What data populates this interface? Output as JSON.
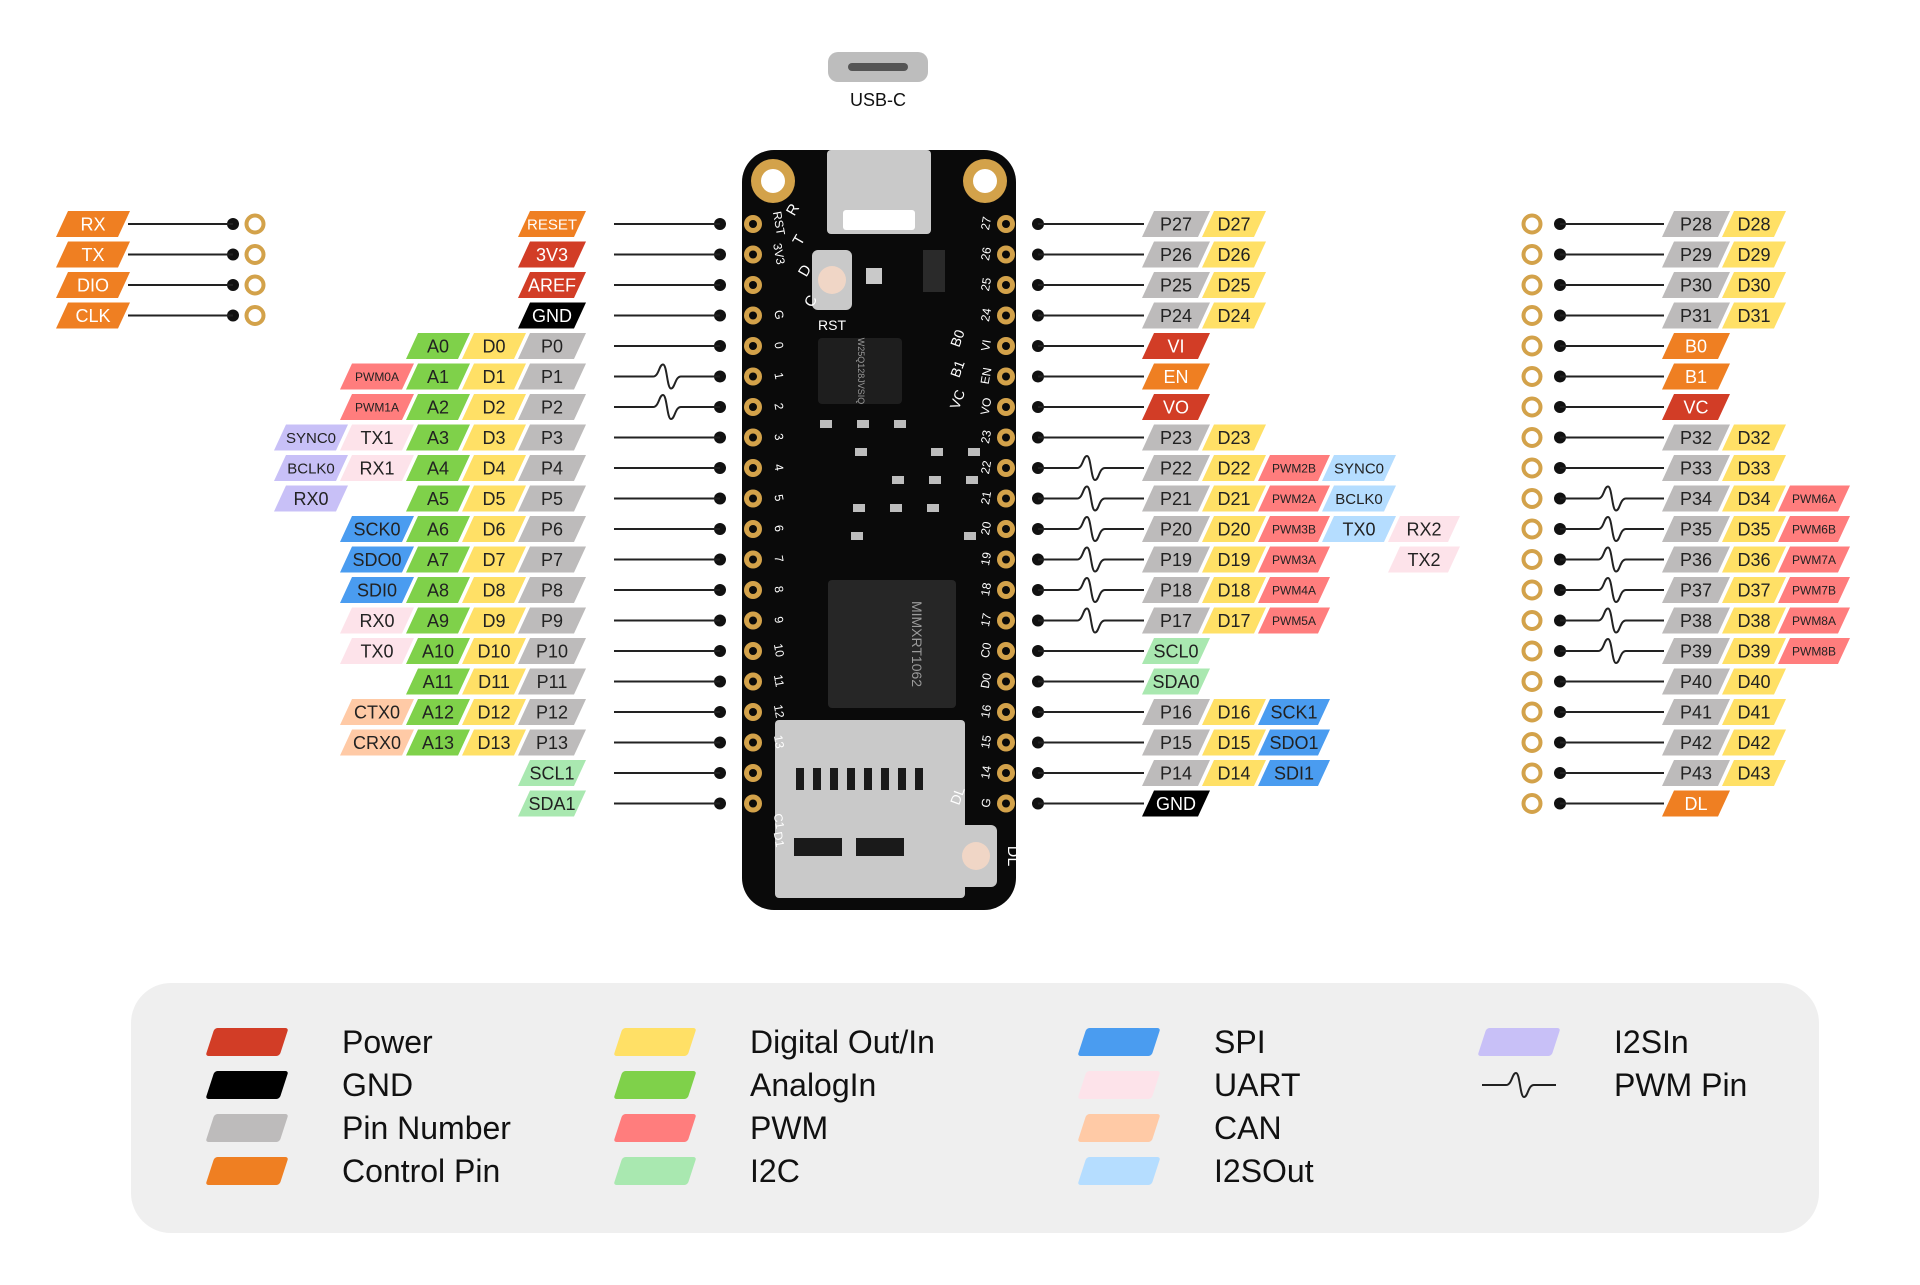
{
  "header": {
    "usb_label": "USB-C"
  },
  "colors": {
    "power": "#d23d26",
    "gnd": "#000000",
    "pin_number": "#bdbbbb",
    "control": "#ef7f22",
    "digital": "#ffe066",
    "analog": "#7fd14a",
    "pwm": "#ff7d7d",
    "i2c": "#a9e8b0",
    "spi": "#4a9cf0",
    "uart": "#fde3ea",
    "can": "#ffcaa6",
    "i2sout": "#b5ddff",
    "i2sin": "#c8c0f7"
  },
  "board": {
    "chip_label": "MIMXRT1062",
    "flash_label": "W25Q128JVSIQ",
    "rst_button_label": "RST",
    "dl_button_label": "DL",
    "left_silk": [
      "RST",
      "3V3",
      "G",
      "0",
      "1",
      "2",
      "3",
      "4",
      "5",
      "6",
      "7",
      "8",
      "9",
      "10",
      "11",
      "12",
      "13",
      "C1",
      "D1"
    ],
    "left_silk_inner": [
      "R",
      "T",
      "D",
      "C"
    ],
    "right_silk": [
      "27",
      "26",
      "25",
      "24",
      "VI",
      "EN",
      "VO",
      "23",
      "22",
      "21",
      "20",
      "19",
      "18",
      "17",
      "C0",
      "D0",
      "16",
      "15",
      "14",
      "G"
    ],
    "right_silk_inner": [
      "B0",
      "B1",
      "VC",
      "DL"
    ]
  },
  "debug_pins": [
    {
      "label": "RX",
      "type": "control"
    },
    {
      "label": "TX",
      "type": "control"
    },
    {
      "label": "DIO",
      "type": "control"
    },
    {
      "label": "CLK",
      "type": "control"
    }
  ],
  "left_pins": [
    {
      "pwm": false,
      "tags": [
        {
          "t": "RESET",
          "c": "control",
          "w": 56
        }
      ]
    },
    {
      "pwm": false,
      "tags": [
        {
          "t": "3V3",
          "c": "power",
          "w": 56
        }
      ]
    },
    {
      "pwm": false,
      "tags": [
        {
          "t": "AREF",
          "c": "power",
          "w": 56
        }
      ]
    },
    {
      "pwm": false,
      "tags": [
        {
          "t": "GND",
          "c": "gnd",
          "w": 56
        }
      ]
    },
    {
      "pwm": false,
      "tags": [
        {
          "t": "P0",
          "c": "pin_number",
          "w": 56
        },
        {
          "t": "D0",
          "c": "digital",
          "w": 52
        },
        {
          "t": "A0",
          "c": "analog",
          "w": 52
        }
      ]
    },
    {
      "pwm": true,
      "tags": [
        {
          "t": "P1",
          "c": "pin_number",
          "w": 56
        },
        {
          "t": "D1",
          "c": "digital",
          "w": 52
        },
        {
          "t": "A1",
          "c": "analog",
          "w": 52
        },
        {
          "t": "PWM0A",
          "c": "pwm",
          "w": 62
        }
      ]
    },
    {
      "pwm": true,
      "tags": [
        {
          "t": "P2",
          "c": "pin_number",
          "w": 56
        },
        {
          "t": "D2",
          "c": "digital",
          "w": 52
        },
        {
          "t": "A2",
          "c": "analog",
          "w": 52
        },
        {
          "t": "PWM1A",
          "c": "pwm",
          "w": 62
        }
      ]
    },
    {
      "pwm": false,
      "tags": [
        {
          "t": "P3",
          "c": "pin_number",
          "w": 56
        },
        {
          "t": "D3",
          "c": "digital",
          "w": 52
        },
        {
          "t": "A3",
          "c": "analog",
          "w": 52
        },
        {
          "t": "TX1",
          "c": "uart",
          "w": 62
        },
        {
          "t": "SYNC0",
          "c": "i2sin",
          "w": 62
        }
      ]
    },
    {
      "pwm": false,
      "tags": [
        {
          "t": "P4",
          "c": "pin_number",
          "w": 56
        },
        {
          "t": "D4",
          "c": "digital",
          "w": 52
        },
        {
          "t": "A4",
          "c": "analog",
          "w": 52
        },
        {
          "t": "RX1",
          "c": "uart",
          "w": 62
        },
        {
          "t": "BCLK0",
          "c": "i2sin",
          "w": 62
        }
      ]
    },
    {
      "pwm": false,
      "tags": [
        {
          "t": "P5",
          "c": "pin_number",
          "w": 56
        },
        {
          "t": "D5",
          "c": "digital",
          "w": 52
        },
        {
          "t": "A5",
          "c": "analog",
          "w": 52
        },
        {
          "t": "",
          "c": "none",
          "w": 62
        },
        {
          "t": "RX0",
          "c": "i2sin",
          "w": 62
        }
      ]
    },
    {
      "pwm": false,
      "tags": [
        {
          "t": "P6",
          "c": "pin_number",
          "w": 56
        },
        {
          "t": "D6",
          "c": "digital",
          "w": 52
        },
        {
          "t": "A6",
          "c": "analog",
          "w": 52
        },
        {
          "t": "SCK0",
          "c": "spi",
          "w": 62
        }
      ]
    },
    {
      "pwm": false,
      "tags": [
        {
          "t": "P7",
          "c": "pin_number",
          "w": 56
        },
        {
          "t": "D7",
          "c": "digital",
          "w": 52
        },
        {
          "t": "A7",
          "c": "analog",
          "w": 52
        },
        {
          "t": "SDO0",
          "c": "spi",
          "w": 62
        }
      ]
    },
    {
      "pwm": false,
      "tags": [
        {
          "t": "P8",
          "c": "pin_number",
          "w": 56
        },
        {
          "t": "D8",
          "c": "digital",
          "w": 52
        },
        {
          "t": "A8",
          "c": "analog",
          "w": 52
        },
        {
          "t": "SDI0",
          "c": "spi",
          "w": 62
        }
      ]
    },
    {
      "pwm": false,
      "tags": [
        {
          "t": "P9",
          "c": "pin_number",
          "w": 56
        },
        {
          "t": "D9",
          "c": "digital",
          "w": 52
        },
        {
          "t": "A9",
          "c": "analog",
          "w": 52
        },
        {
          "t": "RX0",
          "c": "uart",
          "w": 62
        }
      ]
    },
    {
      "pwm": false,
      "tags": [
        {
          "t": "P10",
          "c": "pin_number",
          "w": 56
        },
        {
          "t": "D10",
          "c": "digital",
          "w": 52
        },
        {
          "t": "A10",
          "c": "analog",
          "w": 52
        },
        {
          "t": "TX0",
          "c": "uart",
          "w": 62
        }
      ]
    },
    {
      "pwm": false,
      "tags": [
        {
          "t": "P11",
          "c": "pin_number",
          "w": 56
        },
        {
          "t": "D11",
          "c": "digital",
          "w": 52
        },
        {
          "t": "A11",
          "c": "analog",
          "w": 52
        }
      ]
    },
    {
      "pwm": false,
      "tags": [
        {
          "t": "P12",
          "c": "pin_number",
          "w": 56
        },
        {
          "t": "D12",
          "c": "digital",
          "w": 52
        },
        {
          "t": "A12",
          "c": "analog",
          "w": 52
        },
        {
          "t": "CTX0",
          "c": "can",
          "w": 62
        }
      ]
    },
    {
      "pwm": false,
      "tags": [
        {
          "t": "P13",
          "c": "pin_number",
          "w": 56
        },
        {
          "t": "D13",
          "c": "digital",
          "w": 52
        },
        {
          "t": "A13",
          "c": "analog",
          "w": 52
        },
        {
          "t": "CRX0",
          "c": "can",
          "w": 62
        }
      ]
    },
    {
      "pwm": false,
      "tags": [
        {
          "t": "SCL1",
          "c": "i2c",
          "w": 56
        }
      ]
    },
    {
      "pwm": false,
      "tags": [
        {
          "t": "SDA1",
          "c": "i2c",
          "w": 56
        }
      ]
    }
  ],
  "right_pins": [
    {
      "pwm": false,
      "tags": [
        {
          "t": "P27",
          "c": "pin_number",
          "w": 56
        },
        {
          "t": "D27",
          "c": "digital",
          "w": 52
        }
      ]
    },
    {
      "pwm": false,
      "tags": [
        {
          "t": "P26",
          "c": "pin_number",
          "w": 56
        },
        {
          "t": "D26",
          "c": "digital",
          "w": 52
        }
      ]
    },
    {
      "pwm": false,
      "tags": [
        {
          "t": "P25",
          "c": "pin_number",
          "w": 56
        },
        {
          "t": "D25",
          "c": "digital",
          "w": 52
        }
      ]
    },
    {
      "pwm": false,
      "tags": [
        {
          "t": "P24",
          "c": "pin_number",
          "w": 56
        },
        {
          "t": "D24",
          "c": "digital",
          "w": 52
        }
      ]
    },
    {
      "pwm": false,
      "tags": [
        {
          "t": "VI",
          "c": "power",
          "w": 56
        }
      ]
    },
    {
      "pwm": false,
      "tags": [
        {
          "t": "EN",
          "c": "control",
          "w": 56
        }
      ]
    },
    {
      "pwm": false,
      "tags": [
        {
          "t": "VO",
          "c": "power",
          "w": 56
        }
      ]
    },
    {
      "pwm": false,
      "tags": [
        {
          "t": "P23",
          "c": "pin_number",
          "w": 56
        },
        {
          "t": "D23",
          "c": "digital",
          "w": 52
        }
      ]
    },
    {
      "pwm": true,
      "tags": [
        {
          "t": "P22",
          "c": "pin_number",
          "w": 56
        },
        {
          "t": "D22",
          "c": "digital",
          "w": 52
        },
        {
          "t": "PWM2B",
          "c": "pwm",
          "w": 60
        },
        {
          "t": "SYNC0",
          "c": "i2sout",
          "w": 62
        }
      ]
    },
    {
      "pwm": true,
      "tags": [
        {
          "t": "P21",
          "c": "pin_number",
          "w": 56
        },
        {
          "t": "D21",
          "c": "digital",
          "w": 52
        },
        {
          "t": "PWM2A",
          "c": "pwm",
          "w": 60
        },
        {
          "t": "BCLK0",
          "c": "i2sout",
          "w": 62
        }
      ]
    },
    {
      "pwm": true,
      "tags": [
        {
          "t": "P20",
          "c": "pin_number",
          "w": 56
        },
        {
          "t": "D20",
          "c": "digital",
          "w": 52
        },
        {
          "t": "PWM3B",
          "c": "pwm",
          "w": 60
        },
        {
          "t": "TX0",
          "c": "i2sout",
          "w": 62
        },
        {
          "t": "RX2",
          "c": "uart",
          "w": 60
        }
      ]
    },
    {
      "pwm": true,
      "tags": [
        {
          "t": "P19",
          "c": "pin_number",
          "w": 56
        },
        {
          "t": "D19",
          "c": "digital",
          "w": 52
        },
        {
          "t": "PWM3A",
          "c": "pwm",
          "w": 60
        },
        {
          "t": "",
          "c": "none",
          "w": 62
        },
        {
          "t": "TX2",
          "c": "uart",
          "w": 60
        }
      ]
    },
    {
      "pwm": true,
      "tags": [
        {
          "t": "P18",
          "c": "pin_number",
          "w": 56
        },
        {
          "t": "D18",
          "c": "digital",
          "w": 52
        },
        {
          "t": "PWM4A",
          "c": "pwm",
          "w": 60
        }
      ]
    },
    {
      "pwm": true,
      "tags": [
        {
          "t": "P17",
          "c": "pin_number",
          "w": 56
        },
        {
          "t": "D17",
          "c": "digital",
          "w": 52
        },
        {
          "t": "PWM5A",
          "c": "pwm",
          "w": 60
        }
      ]
    },
    {
      "pwm": false,
      "tags": [
        {
          "t": "SCL0",
          "c": "i2c",
          "w": 56
        }
      ]
    },
    {
      "pwm": false,
      "tags": [
        {
          "t": "SDA0",
          "c": "i2c",
          "w": 56
        }
      ]
    },
    {
      "pwm": false,
      "tags": [
        {
          "t": "P16",
          "c": "pin_number",
          "w": 56
        },
        {
          "t": "D16",
          "c": "digital",
          "w": 52
        },
        {
          "t": "SCK1",
          "c": "spi",
          "w": 60
        }
      ]
    },
    {
      "pwm": false,
      "tags": [
        {
          "t": "P15",
          "c": "pin_number",
          "w": 56
        },
        {
          "t": "D15",
          "c": "digital",
          "w": 52
        },
        {
          "t": "SDO1",
          "c": "spi",
          "w": 60
        }
      ]
    },
    {
      "pwm": false,
      "tags": [
        {
          "t": "P14",
          "c": "pin_number",
          "w": 56
        },
        {
          "t": "D14",
          "c": "digital",
          "w": 52
        },
        {
          "t": "SDI1",
          "c": "spi",
          "w": 60
        }
      ]
    },
    {
      "pwm": false,
      "tags": [
        {
          "t": "GND",
          "c": "gnd",
          "w": 56
        }
      ]
    }
  ],
  "far_right_pins": [
    {
      "pwm": false,
      "tags": [
        {
          "t": "P28",
          "c": "pin_number",
          "w": 56
        },
        {
          "t": "D28",
          "c": "digital",
          "w": 52
        }
      ]
    },
    {
      "pwm": false,
      "tags": [
        {
          "t": "P29",
          "c": "pin_number",
          "w": 56
        },
        {
          "t": "D29",
          "c": "digital",
          "w": 52
        }
      ]
    },
    {
      "pwm": false,
      "tags": [
        {
          "t": "P30",
          "c": "pin_number",
          "w": 56
        },
        {
          "t": "D30",
          "c": "digital",
          "w": 52
        }
      ]
    },
    {
      "pwm": false,
      "tags": [
        {
          "t": "P31",
          "c": "pin_number",
          "w": 56
        },
        {
          "t": "D31",
          "c": "digital",
          "w": 52
        }
      ]
    },
    {
      "pwm": false,
      "tags": [
        {
          "t": "B0",
          "c": "control",
          "w": 56
        }
      ]
    },
    {
      "pwm": false,
      "tags": [
        {
          "t": "B1",
          "c": "control",
          "w": 56
        }
      ]
    },
    {
      "pwm": false,
      "tags": [
        {
          "t": "VC",
          "c": "power",
          "w": 56
        }
      ]
    },
    {
      "pwm": false,
      "tags": [
        {
          "t": "P32",
          "c": "pin_number",
          "w": 56
        },
        {
          "t": "D32",
          "c": "digital",
          "w": 52
        }
      ]
    },
    {
      "pwm": false,
      "tags": [
        {
          "t": "P33",
          "c": "pin_number",
          "w": 56
        },
        {
          "t": "D33",
          "c": "digital",
          "w": 52
        }
      ]
    },
    {
      "pwm": true,
      "tags": [
        {
          "t": "P34",
          "c": "pin_number",
          "w": 56
        },
        {
          "t": "D34",
          "c": "digital",
          "w": 52
        },
        {
          "t": "PWM6A",
          "c": "pwm",
          "w": 60
        }
      ]
    },
    {
      "pwm": true,
      "tags": [
        {
          "t": "P35",
          "c": "pin_number",
          "w": 56
        },
        {
          "t": "D35",
          "c": "digital",
          "w": 52
        },
        {
          "t": "PWM6B",
          "c": "pwm",
          "w": 60
        }
      ]
    },
    {
      "pwm": true,
      "tags": [
        {
          "t": "P36",
          "c": "pin_number",
          "w": 56
        },
        {
          "t": "D36",
          "c": "digital",
          "w": 52
        },
        {
          "t": "PWM7A",
          "c": "pwm",
          "w": 60
        }
      ]
    },
    {
      "pwm": true,
      "tags": [
        {
          "t": "P37",
          "c": "pin_number",
          "w": 56
        },
        {
          "t": "D37",
          "c": "digital",
          "w": 52
        },
        {
          "t": "PWM7B",
          "c": "pwm",
          "w": 60
        }
      ]
    },
    {
      "pwm": true,
      "tags": [
        {
          "t": "P38",
          "c": "pin_number",
          "w": 56
        },
        {
          "t": "D38",
          "c": "digital",
          "w": 52
        },
        {
          "t": "PWM8A",
          "c": "pwm",
          "w": 60
        }
      ]
    },
    {
      "pwm": true,
      "tags": [
        {
          "t": "P39",
          "c": "pin_number",
          "w": 56
        },
        {
          "t": "D39",
          "c": "digital",
          "w": 52
        },
        {
          "t": "PWM8B",
          "c": "pwm",
          "w": 60
        }
      ]
    },
    {
      "pwm": false,
      "tags": [
        {
          "t": "P40",
          "c": "pin_number",
          "w": 56
        },
        {
          "t": "D40",
          "c": "digital",
          "w": 52
        }
      ]
    },
    {
      "pwm": false,
      "tags": [
        {
          "t": "P41",
          "c": "pin_number",
          "w": 56
        },
        {
          "t": "D41",
          "c": "digital",
          "w": 52
        }
      ]
    },
    {
      "pwm": false,
      "tags": [
        {
          "t": "P42",
          "c": "pin_number",
          "w": 56
        },
        {
          "t": "D42",
          "c": "digital",
          "w": 52
        }
      ]
    },
    {
      "pwm": false,
      "tags": [
        {
          "t": "P43",
          "c": "pin_number",
          "w": 56
        },
        {
          "t": "D43",
          "c": "digital",
          "w": 52
        }
      ]
    },
    {
      "pwm": false,
      "tags": [
        {
          "t": "DL",
          "c": "control",
          "w": 56
        }
      ]
    }
  ],
  "legend": {
    "col1": [
      {
        "label": "Power",
        "color": "power"
      },
      {
        "label": "GND",
        "color": "gnd"
      },
      {
        "label": "Pin Number",
        "color": "pin_number"
      },
      {
        "label": "Control Pin",
        "color": "control"
      }
    ],
    "col2": [
      {
        "label": "Digital Out/In",
        "color": "digital"
      },
      {
        "label": "AnalogIn",
        "color": "analog"
      },
      {
        "label": "PWM",
        "color": "pwm"
      },
      {
        "label": "I2C",
        "color": "i2c"
      }
    ],
    "col3": [
      {
        "label": "SPI",
        "color": "spi"
      },
      {
        "label": "UART",
        "color": "uart"
      },
      {
        "label": "CAN",
        "color": "can"
      },
      {
        "label": "I2SOut",
        "color": "i2sout"
      }
    ],
    "col4": [
      {
        "label": "I2SIn",
        "color": "i2sin"
      },
      {
        "label": "PWM Pin",
        "color": "wave"
      }
    ]
  }
}
